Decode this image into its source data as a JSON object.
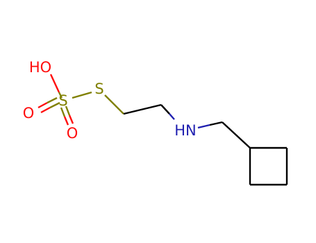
{
  "molecule": {
    "atoms": {
      "hydroxyl": {
        "label": "HO",
        "color": "#ff0d0d"
      },
      "sulfur_center": {
        "label": "S",
        "color": "#808000"
      },
      "oxo_1": {
        "label": "O",
        "color": "#ff0d0d"
      },
      "oxo_2": {
        "label": "O",
        "color": "#ff0d0d"
      },
      "thio_sulfur": {
        "label": "S",
        "color": "#808000"
      },
      "amine": {
        "label": "HN",
        "color": "#1f1fb0"
      }
    },
    "bond_color": "#000000"
  }
}
